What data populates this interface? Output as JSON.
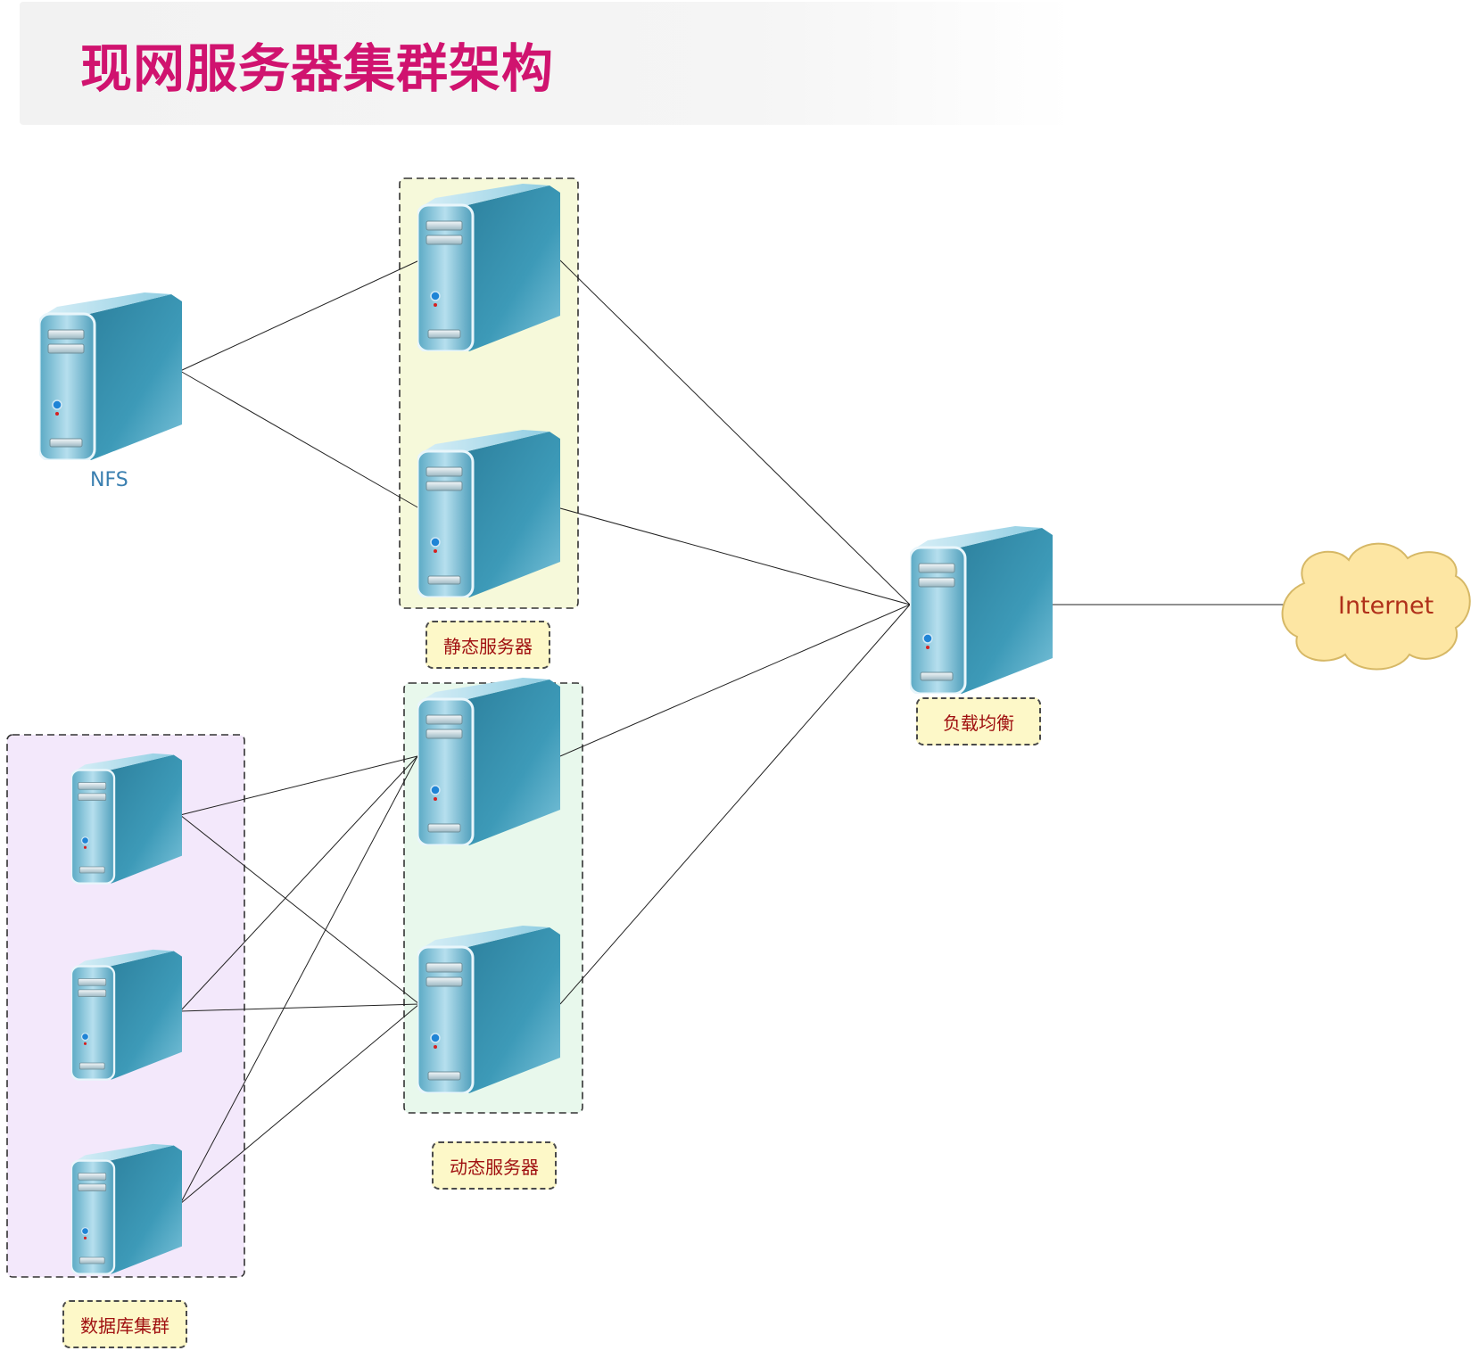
{
  "title": "现网服务器集群架构",
  "colors": {
    "title": "#d0136f",
    "static_group_fill": "#f6f9da",
    "dynamic_group_fill": "#e8f8ec",
    "database_group_fill": "#f3e8fb",
    "label_fill": "#fdf8c8",
    "label_text": "#a01010",
    "cloud_fill": "#fde6a3",
    "cloud_stroke": "#d6b866",
    "server_body": "#2d86a3"
  },
  "nodes": {
    "nfs": {
      "label": "NFS",
      "icon": "server-icon"
    },
    "static_server_1": {
      "icon": "server-icon"
    },
    "static_server_2": {
      "icon": "server-icon"
    },
    "dynamic_server_1": {
      "icon": "server-icon"
    },
    "dynamic_server_2": {
      "icon": "server-icon"
    },
    "db_server_1": {
      "icon": "server-icon"
    },
    "db_server_2": {
      "icon": "server-icon"
    },
    "db_server_3": {
      "icon": "server-icon"
    },
    "load_balancer": {
      "icon": "server-icon"
    },
    "internet": {
      "label": "Internet",
      "icon": "cloud-icon"
    }
  },
  "groups": {
    "static": {
      "label": "静态服务器",
      "members": [
        "static_server_1",
        "static_server_2"
      ]
    },
    "dynamic": {
      "label": "动态服务器",
      "members": [
        "dynamic_server_1",
        "dynamic_server_2"
      ]
    },
    "database": {
      "label": "数据库集群",
      "members": [
        "db_server_1",
        "db_server_2",
        "db_server_3"
      ]
    },
    "load_balancer": {
      "label": "负载均衡",
      "members": [
        "load_balancer"
      ]
    }
  },
  "edges": [
    [
      "nfs",
      "static_server_1"
    ],
    [
      "nfs",
      "static_server_2"
    ],
    [
      "static_server_1",
      "load_balancer"
    ],
    [
      "static_server_2",
      "load_balancer"
    ],
    [
      "dynamic_server_1",
      "load_balancer"
    ],
    [
      "dynamic_server_2",
      "load_balancer"
    ],
    [
      "load_balancer",
      "internet"
    ],
    [
      "db_server_1",
      "dynamic_server_1"
    ],
    [
      "db_server_1",
      "dynamic_server_2"
    ],
    [
      "db_server_2",
      "dynamic_server_1"
    ],
    [
      "db_server_2",
      "dynamic_server_2"
    ],
    [
      "db_server_3",
      "dynamic_server_1"
    ],
    [
      "db_server_3",
      "dynamic_server_2"
    ]
  ]
}
